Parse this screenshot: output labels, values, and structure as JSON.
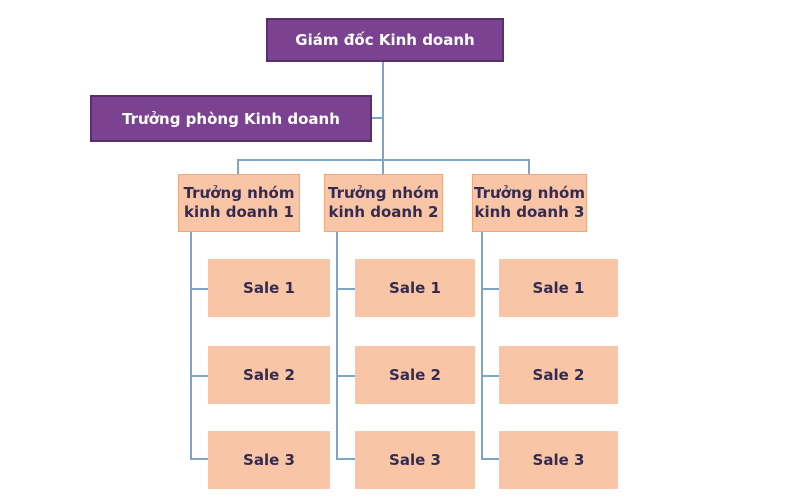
{
  "colors": {
    "node_purple": "#7a4291",
    "node_purple_border": "#5a2d6d",
    "node_peach": "#f8c6a6",
    "node_peach_border": "#eda87e",
    "connector_blue": "#7ea6c4",
    "text_on_purple": "#ffffff",
    "text_on_peach": "#352b52"
  },
  "nodes": {
    "director": {
      "label": "Giám đốc Kinh doanh"
    },
    "manager": {
      "label": "Trưởng phòng Kinh doanh"
    },
    "teams": [
      {
        "leader_line1": "Trưởng nhóm",
        "leader_line2": "kinh doanh 1",
        "members": [
          {
            "label": "Sale 1"
          },
          {
            "label": "Sale 2"
          },
          {
            "label": "Sale 3"
          }
        ]
      },
      {
        "leader_line1": "Trưởng nhóm",
        "leader_line2": "kinh doanh 2",
        "members": [
          {
            "label": "Sale 1"
          },
          {
            "label": "Sale 2"
          },
          {
            "label": "Sale 3"
          }
        ]
      },
      {
        "leader_line1": "Trưởng nhóm",
        "leader_line2": "kinh doanh 3",
        "members": [
          {
            "label": "Sale 1"
          },
          {
            "label": "Sale 2"
          },
          {
            "label": "Sale 3"
          }
        ]
      }
    ]
  }
}
